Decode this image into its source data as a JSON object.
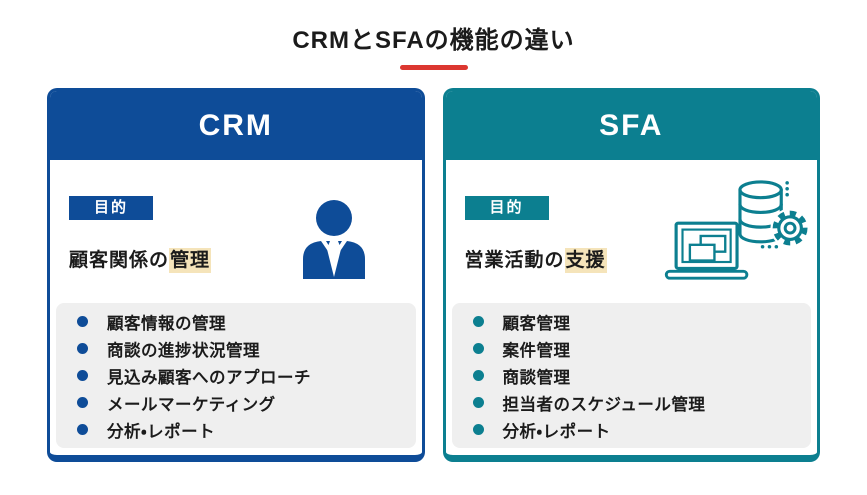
{
  "title": {
    "text": "CRMとSFAの機能の違い"
  },
  "colors": {
    "crm_blue": "#0e4c98",
    "sfa_teal": "#0c7f90",
    "underline_red": "#dc3730",
    "highlight_yellow": "#f5e4ba",
    "list_bg_gray": "#efefef",
    "text_dark": "#1b1b1b"
  },
  "cards": [
    {
      "name": "CRM",
      "purpose_label": "目的",
      "purpose_text": "顧客関係の",
      "purpose_highlight": "管理",
      "icon": "businessperson-icon",
      "features": [
        "顧客情報の管理",
        "商談の進捗状況管理",
        "見込み顧客へのアプローチ",
        "メールマーケティング",
        "分析・レポート"
      ]
    },
    {
      "name": "SFA",
      "purpose_label": "目的",
      "purpose_text": "営業活動の",
      "purpose_highlight": "支援",
      "icon": "database-gear-laptop-icon",
      "features": [
        "顧客管理",
        "案件管理",
        "商談管理",
        "担当者のスケジュール管理",
        "分析・レポート"
      ]
    }
  ]
}
